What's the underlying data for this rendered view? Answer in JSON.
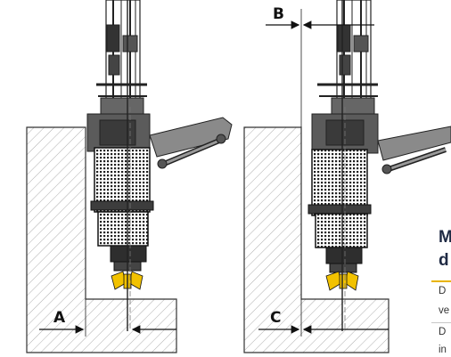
{
  "dimensions": {
    "a": "A",
    "b": "B",
    "c": "C"
  },
  "side_panel": {
    "heading_line1": "M",
    "heading_line2": "d",
    "row1_line1": "D",
    "row1_line2": "ve",
    "row2_line1": "D",
    "row2_line2": "in"
  },
  "colors": {
    "jaws": "#f2c200",
    "underline": "#e8b400",
    "heading": "#1f2a44"
  }
}
